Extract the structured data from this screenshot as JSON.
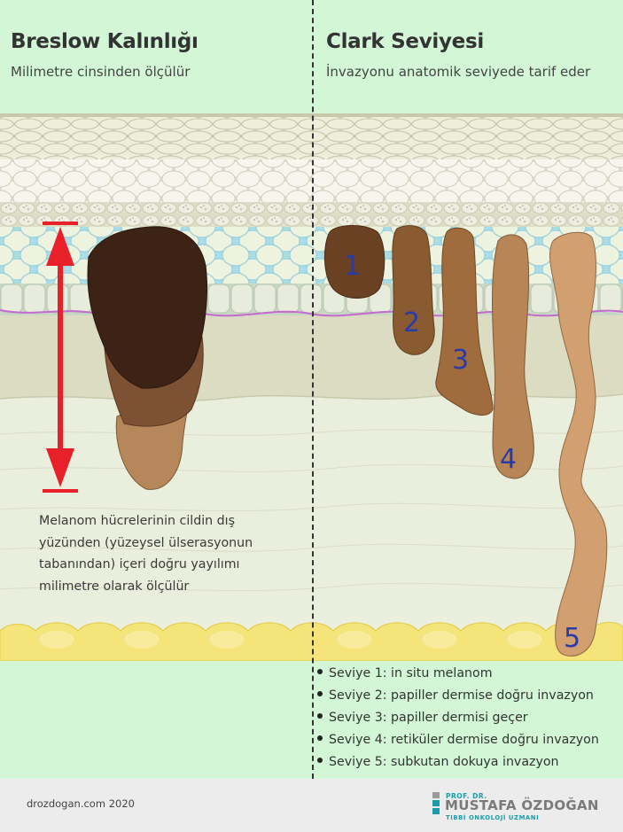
{
  "breslow": {
    "title": "Breslow Kalınlığı",
    "subtitle": "Milimetre cinsinden ölçülür",
    "description_lines": [
      "Melanom hücrelerinin cildin dış",
      "yüzünden (yüzeysel ülserasyonun",
      "tabanından) içeri doğru yayılımı",
      "milimetre olarak ölçülür"
    ]
  },
  "clark": {
    "title": "Clark Seviyesi",
    "subtitle": "İnvazyonu anatomik seviyede tarif eder",
    "level_numbers": [
      "1",
      "2",
      "3",
      "4",
      "5"
    ],
    "levels": [
      "Seviye 1: in situ melanom",
      "Seviye 2: papiller dermise doğru invazyon",
      "Seviye 3: papiller dermisi geçer",
      "Seviye 4: retiküler dermise doğru invazyon",
      "Seviye 5: subkutan dokuya invazyon"
    ]
  },
  "footer": {
    "site": "drozdogan.com 2020",
    "brand_prefix": "PROF. DR.",
    "brand_name": "MUSTAFA ÖZDOĞAN",
    "brand_subtitle": "TIBBİ ONKOLOJİ UZMANI"
  },
  "colors": {
    "background": "#d2f6d6",
    "measure_arrow": "#e8202a",
    "tumor_dark": "#3d2316",
    "level_number": "#2a3aa8",
    "brand_teal": "#1a9ca8"
  }
}
